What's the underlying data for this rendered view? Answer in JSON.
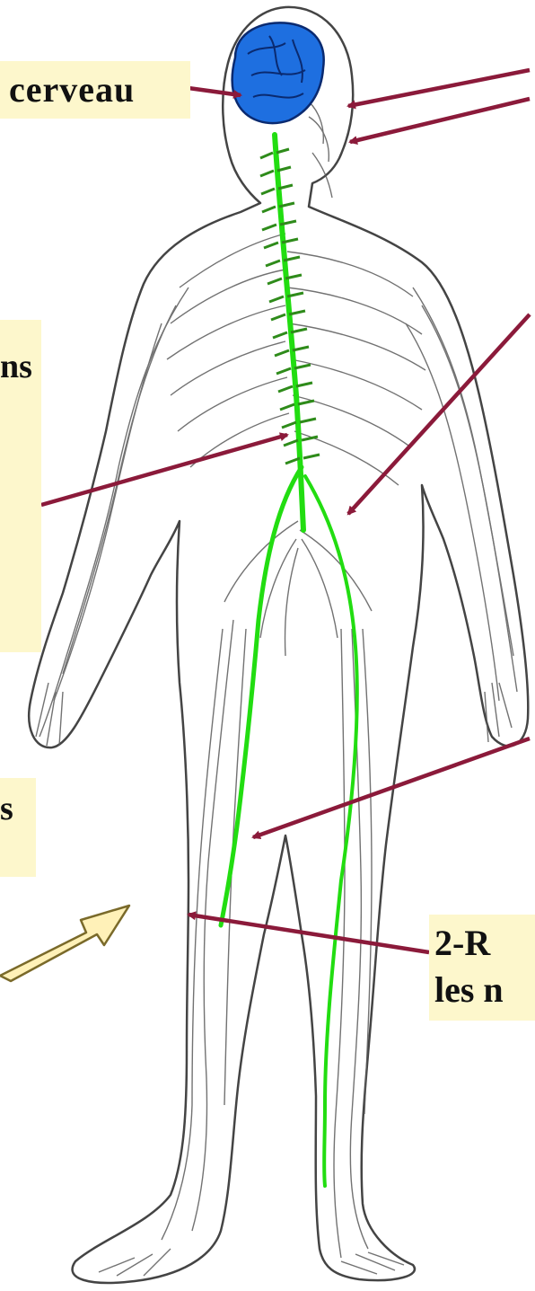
{
  "labels": {
    "cerveau": "cerveau",
    "left_mid_fragment": "ns",
    "left_low_fragment": "s",
    "right_low_line1": "2-R",
    "right_low_line2": "les n"
  },
  "colors": {
    "brain": "#1e6fe0",
    "spinal_cord": "#22dd11",
    "nerves": "#5a5a5a",
    "arrows": "#8b1a3a",
    "label_background": "#fdf7cc",
    "hollow_arrow": "#fff1b8"
  },
  "icons": {
    "brain": "brain-icon",
    "hollow_arrow": "arrow-icon"
  }
}
